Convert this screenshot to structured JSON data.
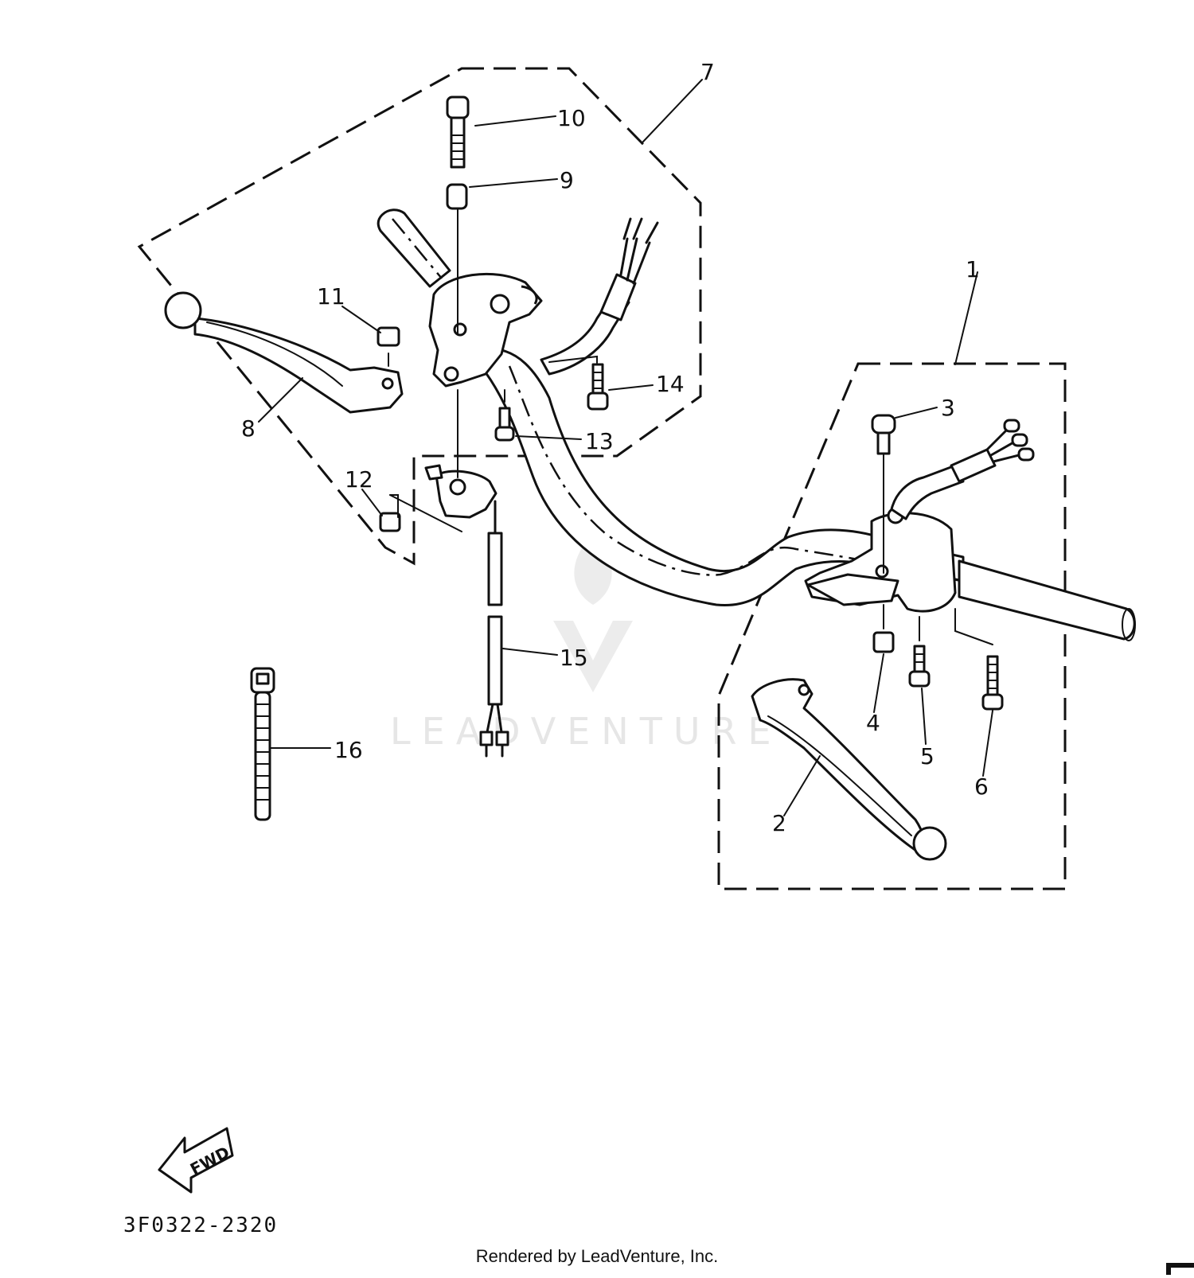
{
  "diagram": {
    "callouts": [
      {
        "id": "1",
        "label": "1"
      },
      {
        "id": "2",
        "label": "2"
      },
      {
        "id": "3",
        "label": "3"
      },
      {
        "id": "4",
        "label": "4"
      },
      {
        "id": "5",
        "label": "5"
      },
      {
        "id": "6",
        "label": "6"
      },
      {
        "id": "7",
        "label": "7"
      },
      {
        "id": "8",
        "label": "8"
      },
      {
        "id": "9",
        "label": "9"
      },
      {
        "id": "10",
        "label": "10"
      },
      {
        "id": "11",
        "label": "11"
      },
      {
        "id": "12",
        "label": "12"
      },
      {
        "id": "13",
        "label": "13"
      },
      {
        "id": "14",
        "label": "14"
      },
      {
        "id": "15",
        "label": "15"
      },
      {
        "id": "16",
        "label": "16"
      }
    ],
    "direction_label": "FWD",
    "part_code": "3F0322-2320",
    "watermark": "LEADVENTURE"
  },
  "footer": {
    "rendered_by": "Rendered by LeadVenture, Inc."
  }
}
